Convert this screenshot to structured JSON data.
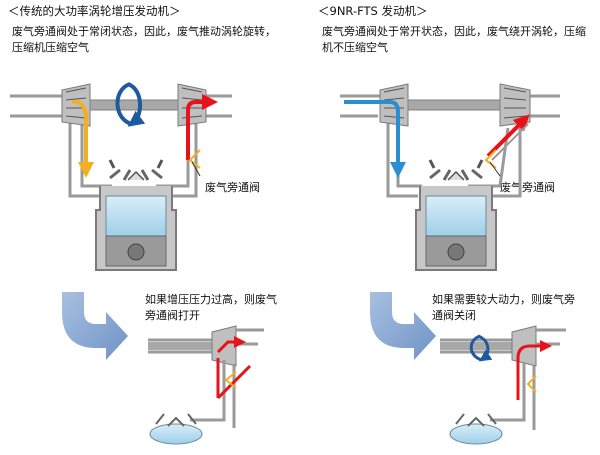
{
  "left_panel": {
    "title": "＜传统的大功率涡轮增压发动机＞",
    "desc_line1": "废气旁通阀处于常闭状态，因此，废气推动涡轮旋转，",
    "desc_line2": "压缩机压缩空气",
    "wastegate_label": "废气旁通阀",
    "sub_line1": "如果增压压力过高，则废气",
    "sub_line2": "旁通阀打开"
  },
  "right_panel": {
    "title": "＜9NR-FTS 发动机＞",
    "desc_line1": "废气旁通阀处于常开状态，因此，废气绕开涡轮，压缩",
    "desc_line2": "机不压缩空气",
    "wastegate_label": "废气旁通阀",
    "sub_line1": "如果需要较大动力，则废气旁",
    "sub_line2": "通阀关闭"
  },
  "colors": {
    "hot_gas": "#e8121a",
    "yellow_flow": "#f0b020",
    "blue_flow": "#2a8fd0",
    "pipe": "#a0a0a0",
    "transition_arrow": "#7f9fcc",
    "rotation_arrow": "#1e5aa0",
    "piston_fluid": "#bfe1f2"
  }
}
